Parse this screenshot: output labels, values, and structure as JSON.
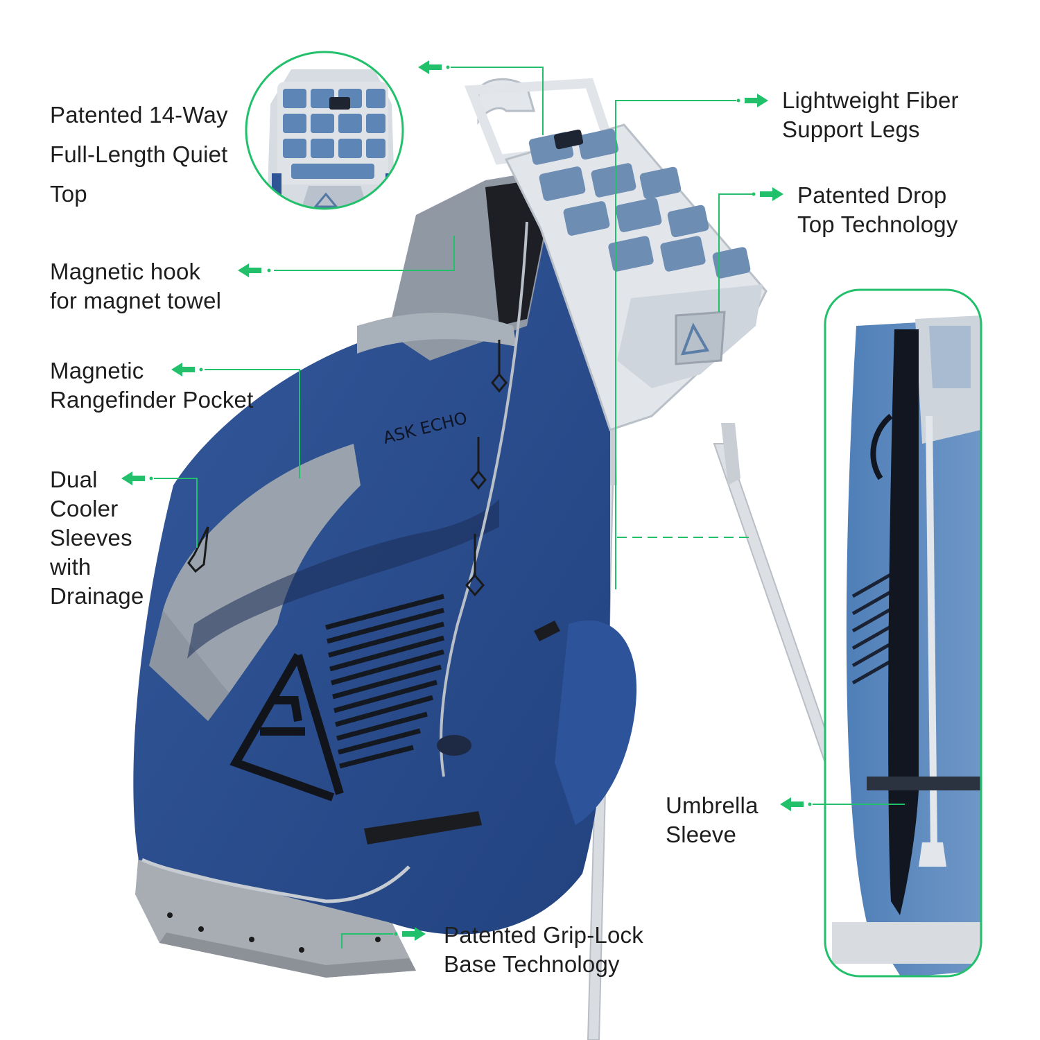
{
  "colors": {
    "accent": "#22c06b",
    "bag_navy": "#2b4f93",
    "bag_gray": "#9aa3ad",
    "trim_light": "#dfe4ea",
    "text": "#1e1e1e"
  },
  "callouts": {
    "quiet_top": [
      "Patented 14-Way",
      "Full-Length Quiet",
      "Top"
    ],
    "magnetic_hook": [
      "Magnetic hook",
      "for magnet towel"
    ],
    "rangefinder": [
      "Magnetic",
      "Rangefinder Pocket"
    ],
    "cooler": [
      "Dual",
      "Cooler",
      "Sleeves",
      "with",
      "Drainage"
    ],
    "legs": [
      "Lightweight Fiber",
      "Support Legs"
    ],
    "drop_top": [
      "Patented Drop",
      "Top Technology"
    ],
    "umbrella": [
      "Umbrella",
      "Sleeve"
    ],
    "grip_lock": [
      "Patented Grip-Lock",
      "Base Technology"
    ]
  },
  "product": {
    "brand_text": "ASK ECHO"
  }
}
